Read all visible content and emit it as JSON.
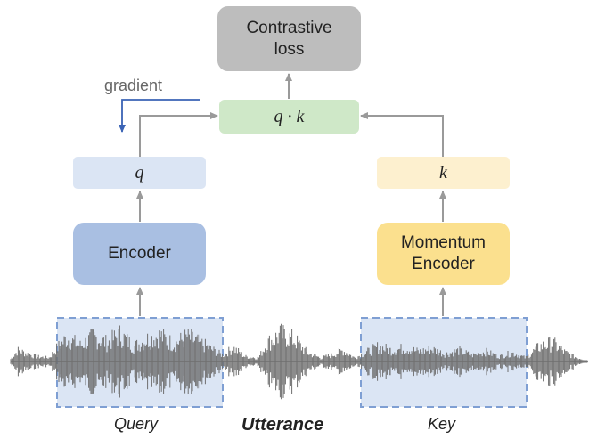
{
  "nodes": {
    "contrastive_loss": "Contrastive\nloss",
    "qk": "q · k",
    "q": "q",
    "k": "k",
    "encoder": "Encoder",
    "momentum_encoder": "Momentum\nEncoder"
  },
  "labels": {
    "gradient": "gradient",
    "query": "Query",
    "key": "Key",
    "utterance": "Utterance"
  },
  "colors": {
    "loss": "#bdbdbd",
    "qk": "#cfe8c8",
    "q": "#dbe5f4",
    "k": "#fdf0cf",
    "encoder": "#a9bfe2",
    "momentum": "#fbe08e",
    "arrow": "#9a9a9a",
    "gradient_arrow": "#3a63b5",
    "waveform": "#6f6f6f",
    "window_fill": "#dbe5f4",
    "window_border": "#7f9fd3"
  }
}
